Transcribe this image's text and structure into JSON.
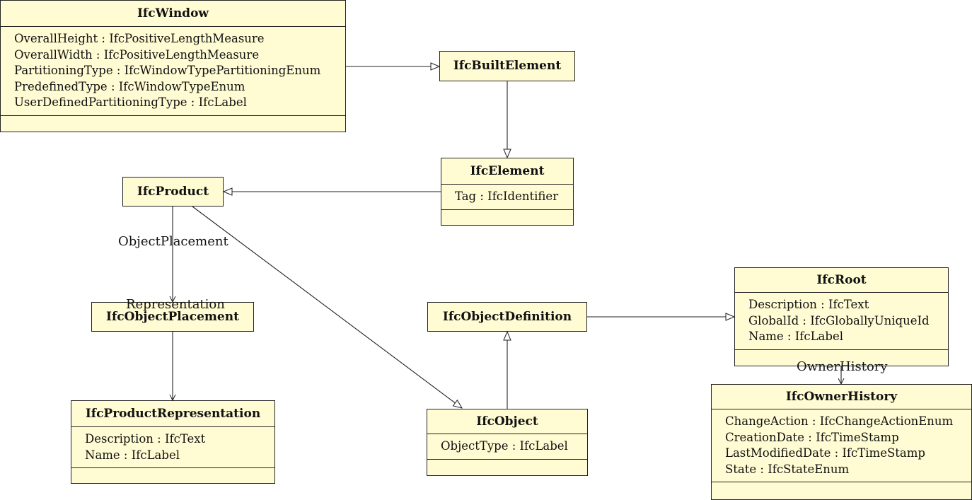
{
  "classes": {
    "ifc_window": {
      "name": "IfcWindow",
      "attributes": [
        "OverallHeight : IfcPositiveLengthMeasure",
        "OverallWidth : IfcPositiveLengthMeasure",
        "PartitioningType : IfcWindowTypePartitioningEnum",
        "PredefinedType : IfcWindowTypeEnum",
        "UserDefinedPartitioningType : IfcLabel"
      ]
    },
    "ifc_built_element": {
      "name": "IfcBuiltElement"
    },
    "ifc_element": {
      "name": "IfcElement",
      "attributes": [
        "Tag : IfcIdentifier"
      ]
    },
    "ifc_product": {
      "name": "IfcProduct"
    },
    "ifc_object_placement": {
      "name": "IfcObjectPlacement"
    },
    "ifc_product_representation": {
      "name": "IfcProductRepresentation",
      "attributes": [
        "Description : IfcText",
        "Name : IfcLabel"
      ]
    },
    "ifc_object_definition": {
      "name": "IfcObjectDefinition"
    },
    "ifc_object": {
      "name": "IfcObject",
      "attributes": [
        "ObjectType : IfcLabel"
      ]
    },
    "ifc_root": {
      "name": "IfcRoot",
      "attributes": [
        "Description : IfcText",
        "GlobalId : IfcGloballyUniqueId",
        "Name : IfcLabel"
      ]
    },
    "ifc_owner_history": {
      "name": "IfcOwnerHistory",
      "attributes": [
        "ChangeAction : IfcChangeActionEnum",
        "CreationDate : IfcTimeStamp",
        "LastModifiedDate : IfcTimeStamp",
        "State : IfcStateEnum"
      ]
    }
  },
  "relation_labels": {
    "object_placement": "ObjectPlacement",
    "representation": "Representation",
    "owner_history": "OwnerHistory"
  },
  "colors": {
    "class_fill": "#fffbd3",
    "line": "#222222"
  }
}
